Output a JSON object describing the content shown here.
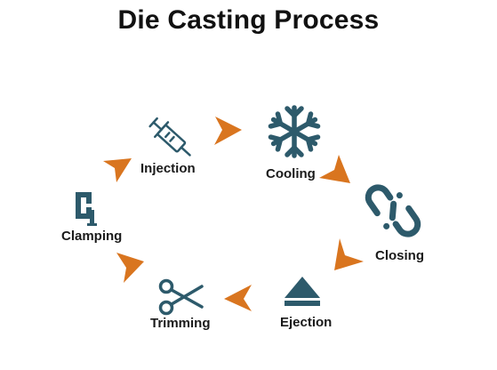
{
  "title": "Die Casting Process",
  "colors": {
    "icon": "#2d5a6b",
    "arrow": "#d9751f",
    "text": "#1a1a1a"
  },
  "steps": [
    {
      "label": "Injection",
      "icon": "syringe-icon"
    },
    {
      "label": "Cooling",
      "icon": "snowflake-icon"
    },
    {
      "label": "Closing",
      "icon": "link-icon"
    },
    {
      "label": "Ejection",
      "icon": "eject-icon"
    },
    {
      "label": "Trimming",
      "icon": "scissors-icon"
    },
    {
      "label": "Clamping",
      "icon": "clamp-icon"
    }
  ]
}
